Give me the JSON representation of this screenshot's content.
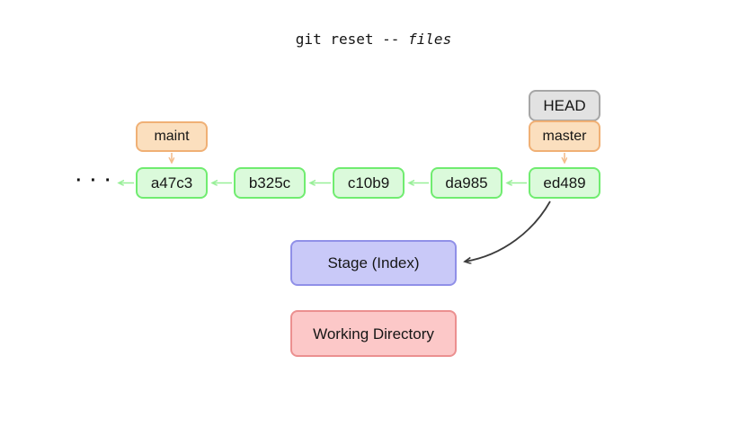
{
  "title": {
    "command": "git reset -- ",
    "operand": "files"
  },
  "ellipsis": "· · ·",
  "head": {
    "label": "HEAD"
  },
  "branches": {
    "maint": {
      "label": "maint"
    },
    "master": {
      "label": "master"
    }
  },
  "commits": [
    "a47c3",
    "b325c",
    "c10b9",
    "da985",
    "ed489"
  ],
  "areas": {
    "stage": {
      "label": "Stage (Index)"
    },
    "working": {
      "label": "Working Directory"
    }
  },
  "colors": {
    "text": "#161616",
    "commit-fill": "#dbfadb",
    "commit-border": "#70ec70",
    "commit-arrow": "#98ef98",
    "branch-fill": "#fbdfbe",
    "branch-border": "#f0b075",
    "branch-arrow": "#f4bd8d",
    "head-fill": "#e2e2e2",
    "head-border": "#a6a6a6",
    "stage-fill": "#c9c9f8",
    "stage-border": "#9090e8",
    "working-fill": "#fcc8c8",
    "working-border": "#eb9090",
    "reset-arrow": "#3c3c3c"
  }
}
